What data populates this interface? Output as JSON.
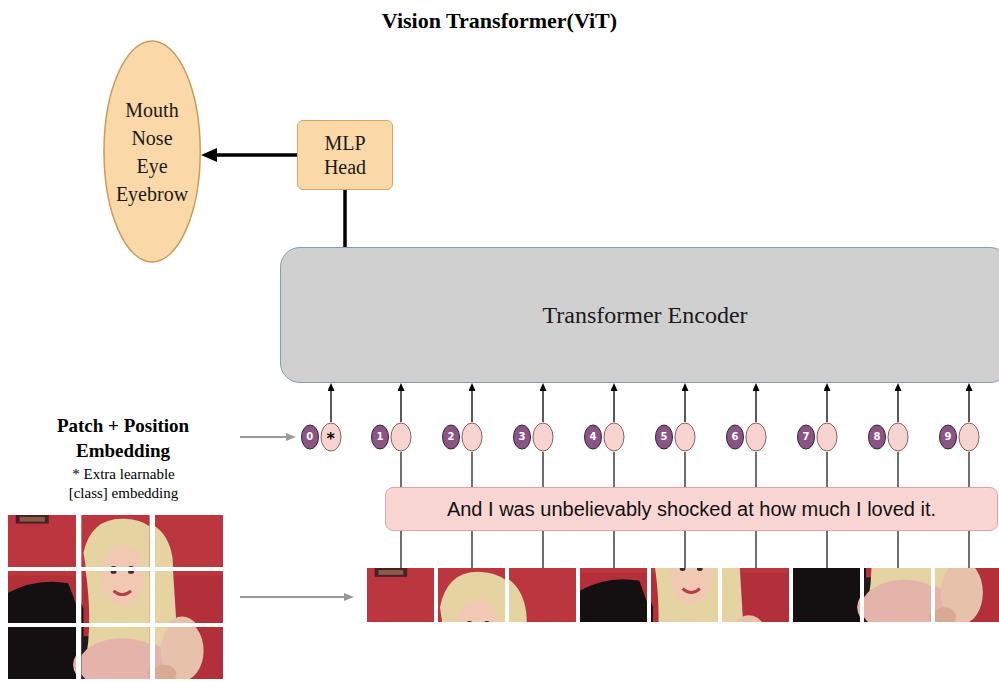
{
  "diagram": {
    "title": "Vision Transformer(ViT)",
    "nodes": [
      {
        "text": [
          "Mouth Nose Eye Eyebrow"
        ]
      },
      {
        "text": [
          "MLP Head"
        ]
      },
      {
        "text": [
          "Transformer Encoder"
        ]
      },
      {
        "text": [
          "0",
          "*"
        ]
      },
      {
        "text": [
          "1"
        ]
      },
      {
        "text": [
          "2"
        ]
      },
      {
        "text": [
          "3"
        ]
      },
      {
        "text": [
          "4"
        ]
      },
      {
        "text": [
          "5"
        ]
      },
      {
        "text": [
          "6"
        ]
      },
      {
        "text": [
          "7"
        ]
      },
      {
        "text": [
          "8"
        ]
      },
      {
        "text": [
          "9"
        ]
      },
      {
        "text": [
          "And I was unbelievably shocked at how much I loved it."
        ]
      }
    ],
    "edges": [
      {
        "from": 1,
        "to": 0,
        "arrow": "to"
      },
      {
        "from": 2,
        "to": 1,
        "arrow": "none"
      },
      {
        "from": 3,
        "to": 2,
        "arrow": "to"
      },
      {
        "from": 4,
        "to": 2,
        "arrow": "to"
      },
      {
        "from": 5,
        "to": 2,
        "arrow": "to"
      },
      {
        "from": 6,
        "to": 2,
        "arrow": "to"
      },
      {
        "from": 7,
        "to": 2,
        "arrow": "to"
      },
      {
        "from": 8,
        "to": 2,
        "arrow": "to"
      },
      {
        "from": 9,
        "to": 2,
        "arrow": "to"
      },
      {
        "from": 10,
        "to": 2,
        "arrow": "to"
      },
      {
        "from": 11,
        "to": 2,
        "arrow": "to"
      },
      {
        "from": 12,
        "to": 2,
        "arrow": "to"
      }
    ],
    "labels": [
      "Patch + Position Embedding",
      "* Extra learnable [class] embedding"
    ]
  }
}
